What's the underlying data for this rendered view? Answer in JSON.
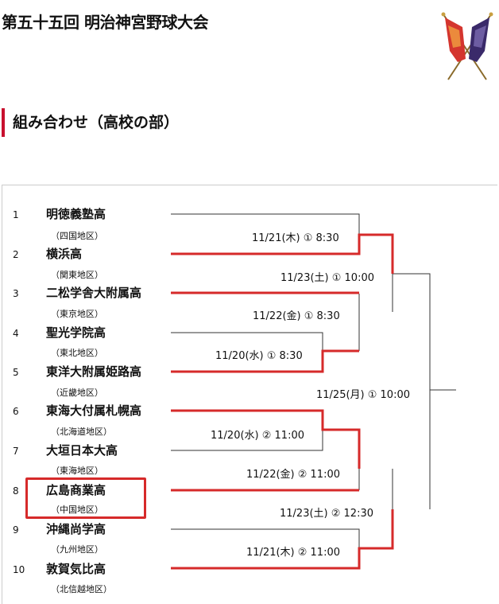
{
  "header": {
    "title": "第五十五回 明治神宮野球大会",
    "logo_icon": "crossed-flags-icon"
  },
  "section": {
    "title": "組み合わせ（高校の部）"
  },
  "colors": {
    "accent": "#c8102e",
    "winner_line": "#d62a2a",
    "line": "#333333"
  },
  "teams": [
    {
      "num": "1",
      "name": "明徳義塾高",
      "region": "（四国地区）"
    },
    {
      "num": "2",
      "name": "横浜高",
      "region": "（関東地区）"
    },
    {
      "num": "3",
      "name": "二松学舎大附属高",
      "region": "（東京地区）"
    },
    {
      "num": "4",
      "name": "聖光学院高",
      "region": "（東北地区）"
    },
    {
      "num": "5",
      "name": "東洋大附属姫路高",
      "region": "（近畿地区）"
    },
    {
      "num": "6",
      "name": "東海大付属札幌高",
      "region": "（北海道地区）"
    },
    {
      "num": "7",
      "name": "大垣日本大高",
      "region": "（東海地区）"
    },
    {
      "num": "8",
      "name": "広島商業高",
      "region": "（中国地区）"
    },
    {
      "num": "9",
      "name": "沖縄尚学高",
      "region": "（九州地区）"
    },
    {
      "num": "10",
      "name": "敦賀気比高",
      "region": "（北信越地区）"
    }
  ],
  "matches": [
    {
      "label": "11/21(木) ① 8:30"
    },
    {
      "label": "11/20(水) ① 8:30"
    },
    {
      "label": "11/22(金) ① 8:30"
    },
    {
      "label": "11/23(土) ① 10:00"
    },
    {
      "label": "11/20(水) ② 11:00"
    },
    {
      "label": "11/22(金) ② 11:00"
    },
    {
      "label": "11/21(木) ② 11:00"
    },
    {
      "label": "11/23(土) ② 12:30"
    },
    {
      "label": "11/25(月) ① 10:00"
    }
  ]
}
